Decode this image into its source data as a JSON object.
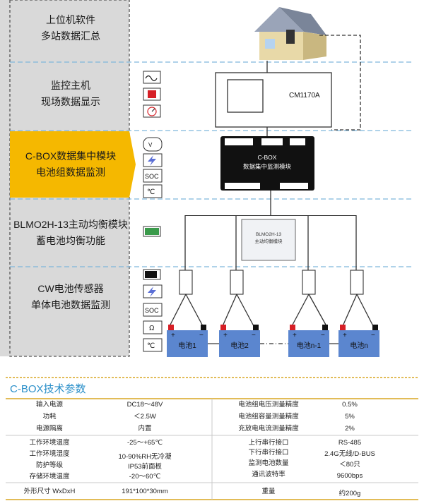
{
  "layers": {
    "pc": {
      "line1": "上位机软件",
      "line2": "多站数据汇总"
    },
    "monitor": {
      "line1": "监控主机",
      "line2": "现场数据显示"
    },
    "cbox": {
      "line1": "C-BOX数据集中模块",
      "line2": "电池组数据监测"
    },
    "blmo": {
      "line1": "BLMO2H-13主动均衡模块",
      "line2": "蓄电池均衡功能"
    },
    "cw": {
      "line1": "CW电池传感器",
      "line2": "单体电池数据监测"
    }
  },
  "icons": {
    "monitor": [
      "waveform-icon",
      "alarm-bell-icon",
      "gauge-icon"
    ],
    "cbox": [
      "voltmeter-icon",
      "lightning-icon",
      "soc-icon",
      "temperature-icon"
    ],
    "blmo": [
      "battery-full-icon"
    ],
    "cw": [
      "battery-icon",
      "lightning-icon",
      "soc-icon",
      "ohm-icon",
      "temperature-icon"
    ],
    "soc_text": "SOC",
    "temp_text": "℃",
    "ohm_text": "Ω"
  },
  "devices": {
    "cm1170": {
      "label": "CM1170A"
    },
    "cbox": {
      "line1": "C-BOX",
      "line2": "数据集中监测模块"
    },
    "blmo": {
      "line1": "BLMO2H-13",
      "line2": "主动均衡模块"
    }
  },
  "batteries": [
    {
      "label": "电池1"
    },
    {
      "label": "电池2"
    },
    {
      "label": "电池n-1"
    },
    {
      "label": "电池n"
    }
  ],
  "battery_plus": "+",
  "battery_minus": "−",
  "specs": {
    "title": "C-BOX技术参数",
    "left": [
      {
        "name": "输入电源",
        "value": "DC18～48V"
      },
      {
        "name": "功耗",
        "value": "＜2.5W"
      },
      {
        "name": "电源隔离",
        "value": "内置"
      },
      {
        "name": "工作环境温度",
        "value": "-25～+65℃"
      },
      {
        "name": "工作环境湿度",
        "value": "10-90%RH无冷凝"
      },
      {
        "name": "防护等级",
        "value": "IP53前面板"
      },
      {
        "name": "存储环境温度",
        "value": "-20～60℃"
      },
      {
        "name": "外形尺寸 WxDxH",
        "value": "191*100*30mm"
      }
    ],
    "right": [
      {
        "name": "电池组电压测量精度",
        "value": "0.5%"
      },
      {
        "name": "电池组容量测量精度",
        "value": "5%"
      },
      {
        "name": "充放电电流测量精度",
        "value": "2%"
      },
      {
        "name": "上行串行接口",
        "value": "RS-485"
      },
      {
        "name": "下行串行接口",
        "value": "2.4G无线/D-BUS"
      },
      {
        "name": "监测电池数量",
        "value": "＜80只"
      },
      {
        "name": "通讯波特率",
        "value": "9600bps"
      },
      {
        "name": "重量",
        "value": "约200g"
      }
    ]
  },
  "colors": {
    "accent": "#f5b800",
    "grey_panel": "#d9d9d9",
    "battery_blue": "#5b86cf",
    "dash_blue": "#7fb6dc",
    "title_blue": "#2a8fc9",
    "rule_gold": "#d9a520"
  }
}
